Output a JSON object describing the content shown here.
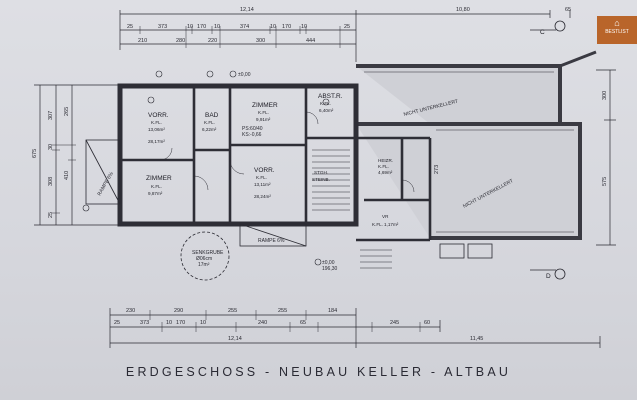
{
  "title": "ERDGESCHOSS - NEUBAU KELLER - ALTBAU",
  "logo": {
    "brand": "BESTLIST"
  },
  "dims": {
    "top_total_left": "12,14",
    "top_total_right": "10,80",
    "top_corner": "65",
    "top_row1": [
      "25",
      "373",
      "10",
      "170",
      "10",
      "374",
      "10",
      "170",
      "10",
      "25"
    ],
    "top_row2": [
      "210",
      "280",
      "220",
      "300",
      "444"
    ],
    "bottom_row1": [
      "230",
      "290",
      "255",
      "255",
      "184"
    ],
    "bottom_row2": [
      "25",
      "373",
      "10",
      "170",
      "10",
      "240",
      "65",
      "245",
      "60"
    ],
    "bottom_total_left": "12,14",
    "bottom_total_right": "11,45",
    "left_outer": "675",
    "left_row1": [
      "307",
      "30",
      "308",
      "25"
    ],
    "left_row2": [
      "265",
      "410"
    ],
    "right_right": [
      "300",
      "575"
    ],
    "mid_273": "273"
  },
  "rooms": [
    {
      "id": "vorr1",
      "name": "VORR.",
      "sub": "K.FL.",
      "area": "13,06m²",
      "extra": "28,17m²"
    },
    {
      "id": "zimmer1",
      "name": "ZIMMER",
      "sub": "K.FL.",
      "area": "9,87m²"
    },
    {
      "id": "bad",
      "name": "BAD",
      "sub": "K.FL.",
      "area": "6,22m²"
    },
    {
      "id": "zimmer2",
      "name": "ZIMMER",
      "sub": "K.FL.",
      "area": "9,91m²"
    },
    {
      "id": "abstr",
      "name": "ABST.R.",
      "sub": "K.FL.",
      "area": "6,40m²"
    },
    {
      "id": "vorr2",
      "name": "VORR.",
      "sub": "K.FL.",
      "area": "13,11m²",
      "extra": "28,24m²"
    },
    {
      "id": "stgh",
      "name": "STGH.",
      "sub": "STEINB."
    },
    {
      "id": "heiz",
      "name": "HEIZR.",
      "sub": "K.FL.",
      "area": "4,69m²"
    },
    {
      "id": "vr",
      "name": "VR",
      "sub": "K.FL.",
      "area": "1,17m²"
    }
  ],
  "notes": {
    "nicht_top": "NICHT UNTERKELLERT",
    "nicht_right": "NICHT UNTERKELLERT",
    "senkgrube": "SENKGRUBE",
    "senkgrube_sub": "Ø06cm",
    "senkgrube_val": "17m²",
    "rampe_left": "RAMPE 6%",
    "rampe_bottom": "RAMPE 6%",
    "level_top": "±0,00",
    "level_bottom": "±0,00",
    "level_bottom_val": "196,30",
    "c_label": "C",
    "d_label": "D",
    "ps_note": "PS:60/40",
    "ks_note": "KS:-0,66"
  }
}
